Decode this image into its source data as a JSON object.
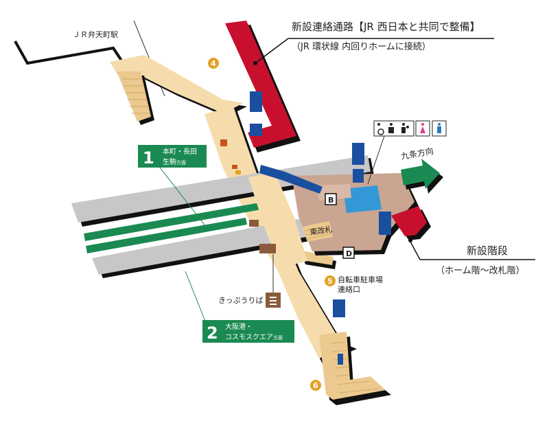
{
  "callouts": {
    "new_passage_title": "新設連絡通路【JR 西日本と共同で整備】",
    "new_passage_sub": "（JR 環状線  内回りホームに接続）",
    "new_stairs_title": "新設階段",
    "new_stairs_sub": "（ホーム階～改札階）"
  },
  "labels": {
    "jr_station": "ＪＲ弁天町駅",
    "direction": "九条方向",
    "ticket_gate": "東改札",
    "ticket_office": "きっぷうりば",
    "bicycle_entrance_line1": "自転車駐車場",
    "bicycle_entrance_line2": "連絡口"
  },
  "platforms": [
    {
      "number": "1",
      "line1": "本町・長田",
      "line2_main": "生駒",
      "line2_small": "方面"
    },
    {
      "number": "2",
      "line1": "大阪港・",
      "line2_main": "コスモスクエア",
      "line2_small": "方面"
    }
  ],
  "exits": [
    {
      "id": "4",
      "label": "4"
    },
    {
      "id": "5",
      "label": "5"
    },
    {
      "id": "6",
      "label": "6"
    },
    {
      "id": "B",
      "label": "B"
    },
    {
      "id": "D",
      "label": "D"
    }
  ],
  "colors": {
    "concourse": "#f6dcac",
    "stairs": "#ecc98e",
    "platform_gray": "#c7c7c7",
    "track_green": "#1b8a52",
    "new_passage_red": "#c8102e",
    "elevator_blue": "#1a4fa0",
    "toilet_area_blue": "#3399d6",
    "ticket_brown": "#8a5a3c",
    "exit_orange": "#e3a129",
    "shadow_black": "#111111"
  },
  "facility_icons": [
    "wheelchair-icon",
    "ostomate-icon",
    "baby-care-icon",
    "female-toilet-icon",
    "male-toilet-icon"
  ]
}
